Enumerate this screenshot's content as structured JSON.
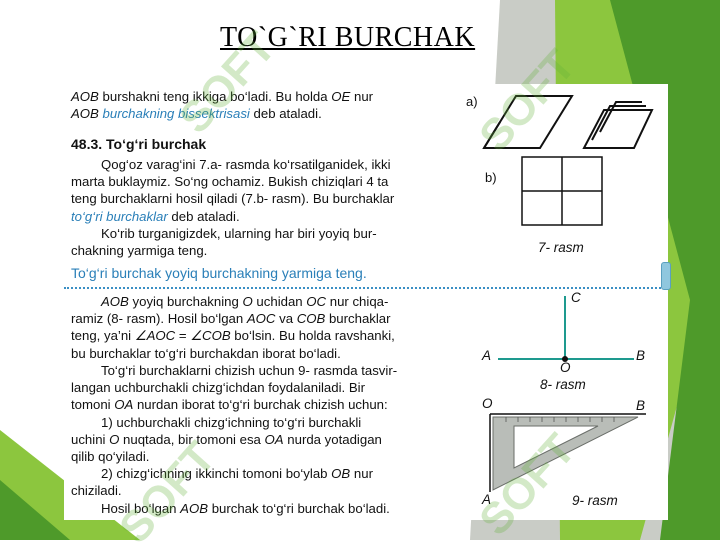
{
  "slide": {
    "title": "TO`G`RI BURCHAK",
    "colors": {
      "green_dark": "#4e9a2a",
      "green_light": "#8cc63e",
      "grey": "#c9ccc6",
      "blue_text": "#2a7fb8"
    },
    "watermark_text": "SOFT"
  },
  "page": {
    "intro": {
      "p1_a": "AOB",
      "p1_b": " burshakni teng ikkiga bo‘ladi. Bu holda ",
      "p1_c": "OE",
      "p1_d": " nur",
      "p2_a": "AOB",
      "p2_b": "burchakning bissektrisasi",
      "p2_c": " deb ataladi."
    },
    "section_heading": "48.3. To‘g‘ri burchak",
    "para1": {
      "l1": "Qog‘oz varag‘ini 7.a- rasmda ko‘rsatilganidek, ikki",
      "l2": "marta buklaymiz. So‘ng ochamiz. Bukish chiziqlari 4 ta",
      "l3": "teng burchaklarni hosil qiladi (7.b- rasm). Bu burchaklar",
      "l4a": "to‘g‘ri burchaklar",
      "l4b": " deb ataladi."
    },
    "para2": {
      "l1": "Ko‘rib turganigizdek, ularning har biri yoyiq bur-",
      "l2": "chakning yarmiga teng."
    },
    "rule_text": "To‘g‘ri burchak yoyiq burchakning yarmiga teng.",
    "para3": {
      "l1a": "AOB",
      "l1b": " yoyiq burchakning ",
      "l1c": "O",
      "l1d": " uchidan ",
      "l1e": "OC",
      "l1f": " nur chiqa-",
      "l2a": "ramiz (8- rasm). Hosil bo‘lgan ",
      "l2b": "AOC",
      "l2c": " va ",
      "l2d": "COB",
      "l2e": " burchaklar",
      "l3a": "teng, ya’ni ",
      "l3b": "∠AOC",
      "l3c": " = ",
      "l3d": "∠COB",
      "l3e": " bo‘lsin. Bu holda ravshanki,",
      "l4": "bu burchaklar to‘g‘ri burchakdan iborat bo‘ladi."
    },
    "para4": {
      "l1": "To‘g‘ri burchaklarni chizish uchun 9- rasmda tasvir-",
      "l2": "langan uchburchakli chizg‘ichdan foydalaniladi. Bir",
      "l3a": "tomoni ",
      "l3b": "OA",
      "l3c": " nurdan iborat to‘g‘ri burchak chizish uchun:",
      "l4": "1) uchburchakli chizg‘ichning to‘g‘ri burchakli",
      "l5a": "uchini ",
      "l5b": "O",
      "l5c": " nuqtada, bir tomoni esa ",
      "l5d": "OA",
      "l5e": " nurda yotadigan",
      "l6": "qilib qo‘yiladi.",
      "l7a": "2) chizg‘ichning ikkinchi tomoni bo‘ylab ",
      "l7b": "OB",
      "l7c": " nur",
      "l8": "chiziladi.",
      "l9a": "Hosil bo‘lgan ",
      "l9b": "AOB",
      "l9c": " burchak to‘g‘ri burchak bo‘ladi."
    },
    "figures": {
      "fig7_label_a": "a)",
      "fig7_label_b": "b)",
      "fig7_caption": "7- rasm",
      "fig8": {
        "A": "A",
        "B": "B",
        "C": "C",
        "O": "O",
        "caption": "8- rasm"
      },
      "fig9": {
        "O": "O",
        "B": "B",
        "A": "A",
        "caption": "9- rasm"
      }
    }
  }
}
